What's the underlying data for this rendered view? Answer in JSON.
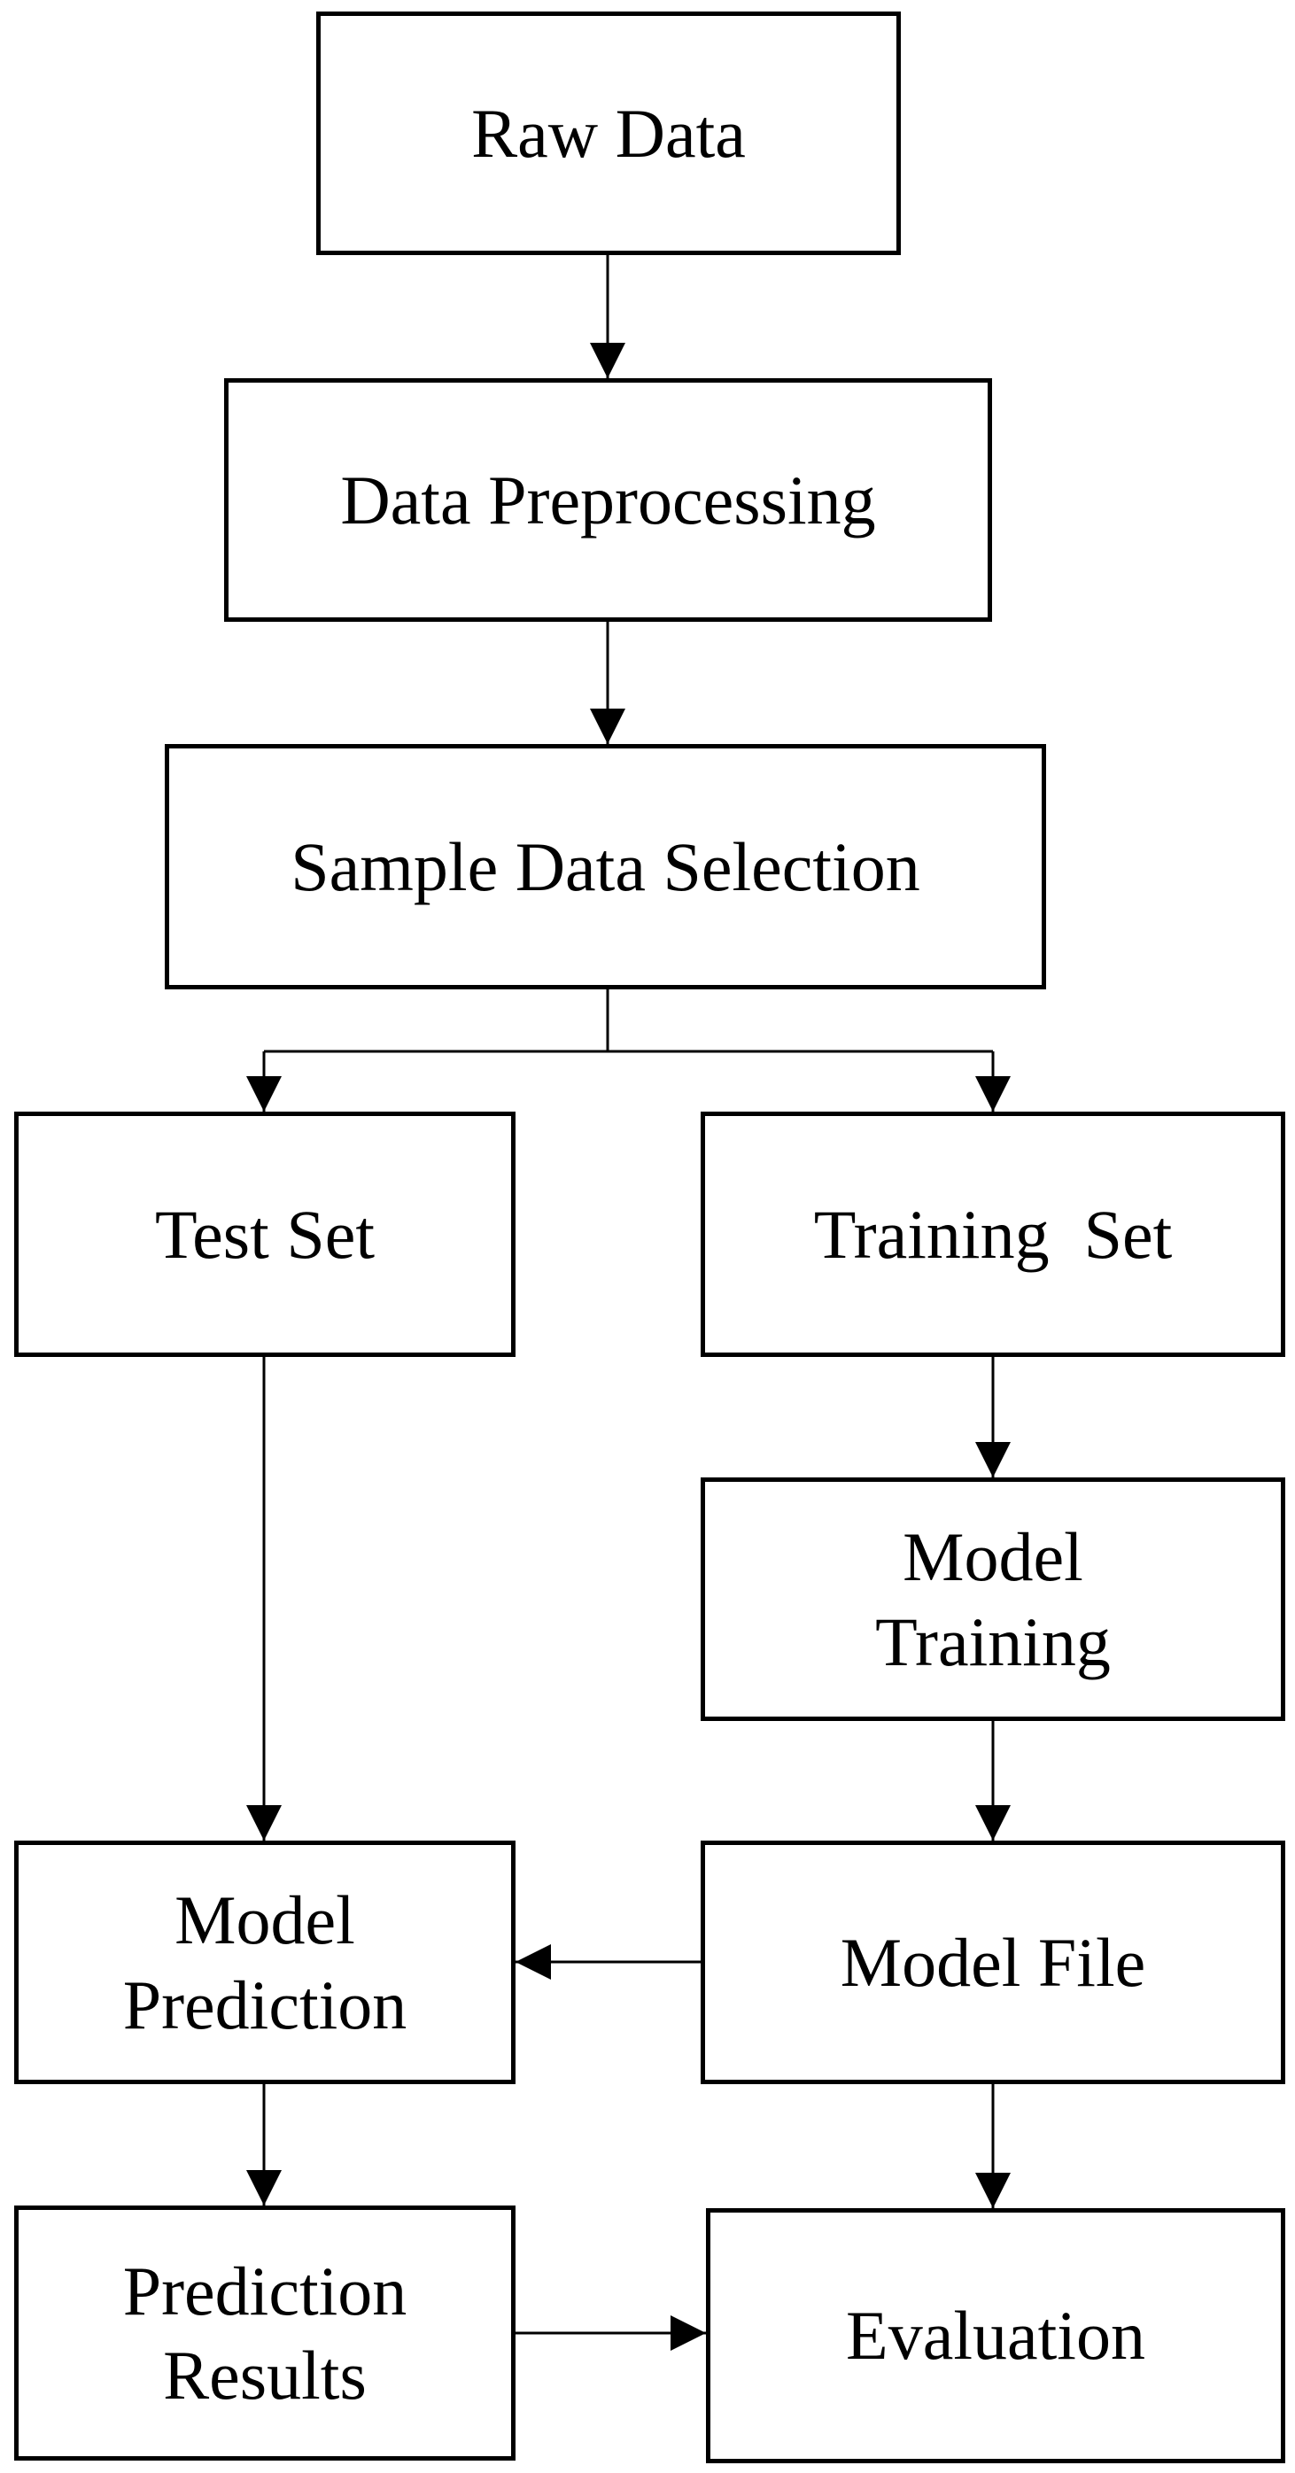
{
  "nodes": {
    "raw_data": "Raw Data",
    "data_preprocessing": "Data Preprocessing",
    "sample_data_selection": "Sample Data Selection",
    "test_set": "Test Set",
    "training_set": "Training  Set",
    "model_training": "Model\nTraining",
    "model_file": "Model File",
    "model_prediction": "Model\nPrediction",
    "prediction_results": "Prediction\nResults",
    "evaluation": "Evaluation"
  },
  "colors": {
    "stroke": "#000000",
    "background": "#ffffff"
  }
}
